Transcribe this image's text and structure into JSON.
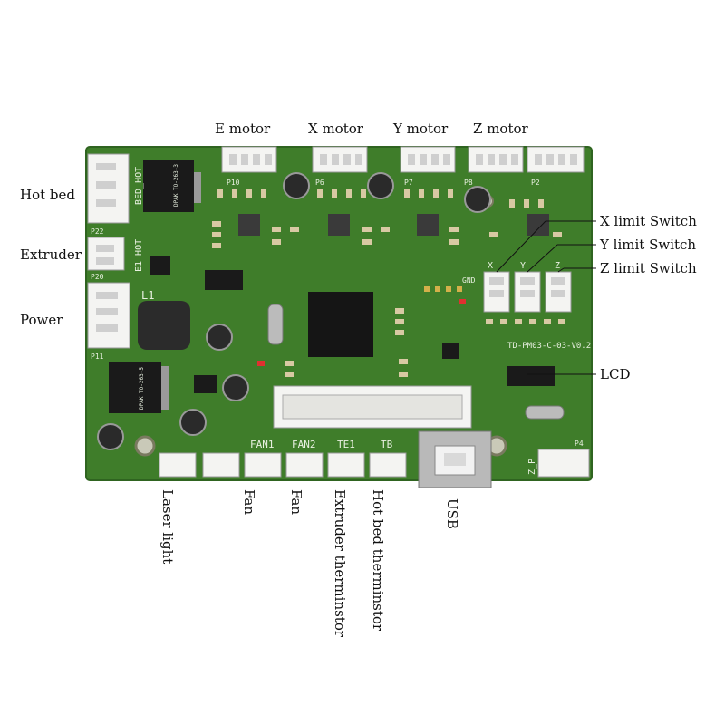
{
  "top_labels": {
    "e_motor": "E motor",
    "x_motor": "X motor",
    "y_motor": "Y motor",
    "z_motor": "Z motor"
  },
  "left_labels": {
    "hot_bed": "Hot bed",
    "extruder": "Extruder",
    "power": "Power"
  },
  "right_labels": {
    "x_limit": "X limit Switch",
    "y_limit": "Y limit Switch",
    "z_limit": "Z limit Switch",
    "lcd": "LCD"
  },
  "bottom_labels": {
    "laser_light": "Laser light",
    "fan1": "Fan",
    "fan2": "Fan",
    "extruder_thermistor": "Extruder therminstor",
    "hot_bed_thermistor": "Hot bed therminstor",
    "usb": "USB"
  },
  "silkscreen": {
    "board_id": "TD-PM03-C-03-V0.2",
    "bed_hot": "BED_HOT",
    "e1_hot": "E1 HOT",
    "fan1": "FAN1",
    "fan2": "FAN2",
    "te1": "TE1",
    "tb": "TB",
    "l1": "L1",
    "dpak1": "DPAK TO-263-3",
    "dpak2": "DPAK TO-263-5",
    "x_hdr": "X",
    "y_hdr": "Y",
    "z_hdr": "Z",
    "zp": "Z_P",
    "p10": "P10",
    "p6": "P6",
    "p7": "P7",
    "p8": "P8",
    "p2": "P2",
    "p22": "P22",
    "p20": "P20",
    "p11": "P11",
    "p4": "P4",
    "gnd": "GND"
  },
  "colors": {
    "board": "#3f7d2a",
    "board_edge": "#2f6420",
    "connector": "#f4f4f2",
    "chip": "#151515",
    "driver": "#3a3a3a"
  }
}
